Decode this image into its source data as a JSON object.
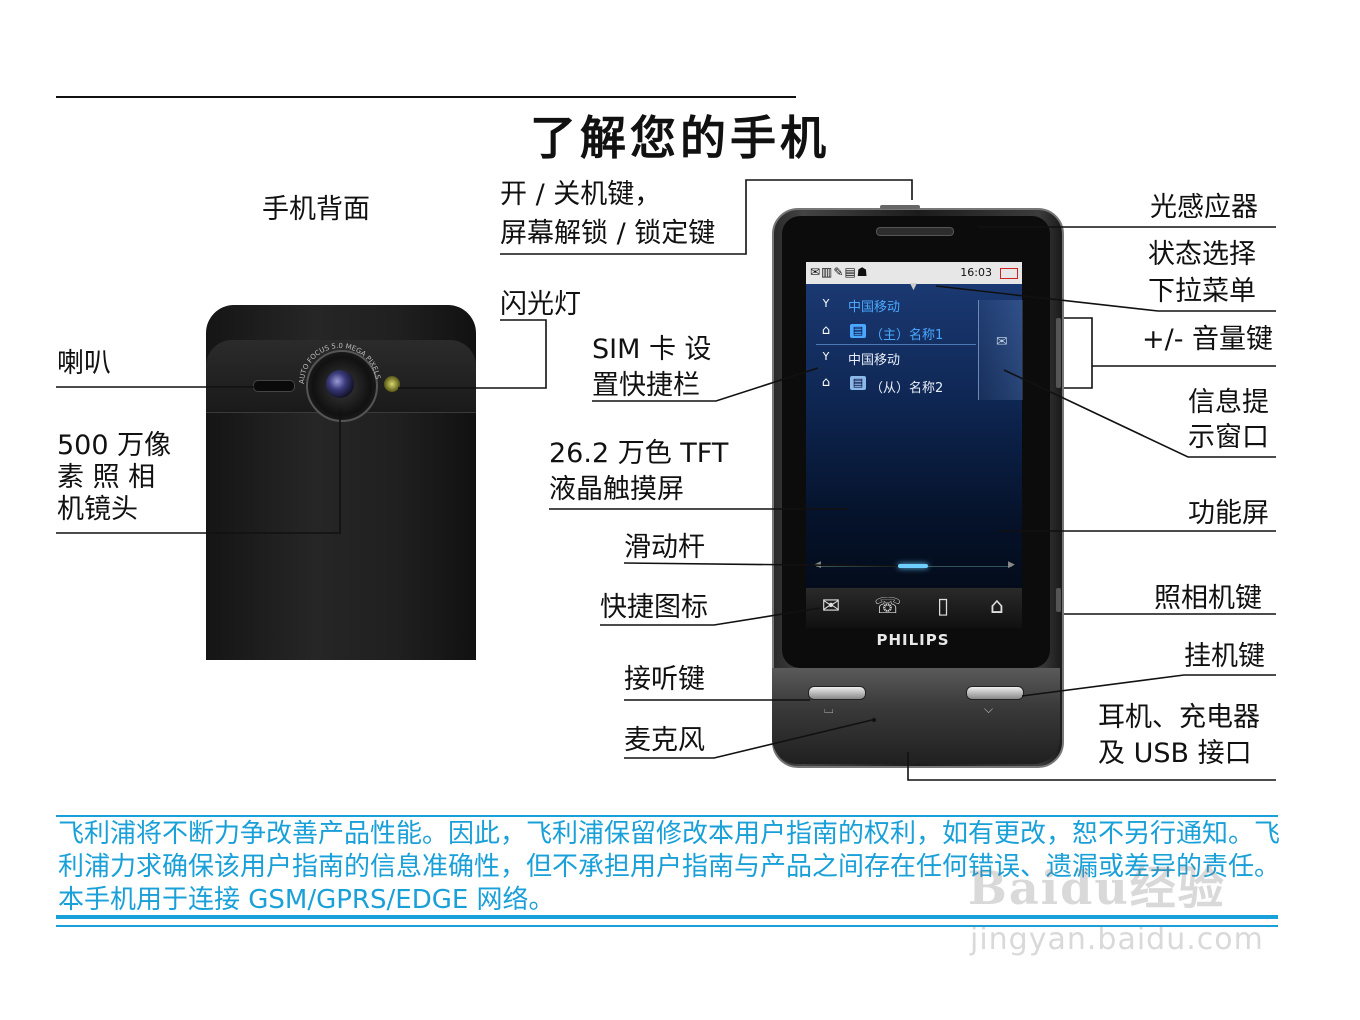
{
  "page": {
    "title": "了解您的手机"
  },
  "back_view": {
    "heading": "手机背面",
    "speaker": "喇叭",
    "camera_line1": "500 万像",
    "camera_line2": "素 照 相",
    "camera_line3": "机镜头",
    "flash": "闪光灯",
    "lens_ring_text": "AUTO FOCUS  5.0 MEGA PIXELS"
  },
  "front_view": {
    "power_line1": "开 / 关机键，",
    "power_line2": "屏幕解锁 / 锁定键",
    "sim_line1": "SIM  卡 设",
    "sim_line2": "置快捷栏",
    "tft_line1": "26.2 万色 TFT",
    "tft_line2": "液晶触摸屏",
    "slider": "滑动杆",
    "shortcut_icons": "快捷图标",
    "answer_key": "接听键",
    "microphone": "麦克风",
    "light_sensor": "光感应器",
    "status_line1": "状态选择",
    "status_line2": "下拉菜单",
    "volume": "+/- 音量键",
    "msg_line1": "信息提",
    "msg_line2": "示窗口",
    "function_screen": "功能屏",
    "camera_key": "照相机键",
    "end_key": "挂机键",
    "port_line1": "耳机、充电器",
    "port_line2": "及 USB 接口"
  },
  "screen": {
    "time": "16:03",
    "operator1": "中国移动",
    "contact1": "（主）名称1",
    "operator2": "中国移动",
    "contact2": "（从）名称2",
    "brand": "PHILIPS"
  },
  "notice": {
    "text": "飞利浦将不断力争改善产品性能。因此，飞利浦保留修改本用户指南的权利，如有更改，恕不另行通知。飞利浦力求确保该用户指南的信息准确性，但不承担用户指南与产品之间存在任何错误、遗漏或差异的责任。本手机用于连接 GSM/GPRS/EDGE 网络。"
  },
  "watermark": {
    "line1": "Baidu经验",
    "line2": "jingyan.baidu.com"
  },
  "colors": {
    "notice_blue": "#1aa0d8",
    "screen_blue": "#0f2856"
  }
}
